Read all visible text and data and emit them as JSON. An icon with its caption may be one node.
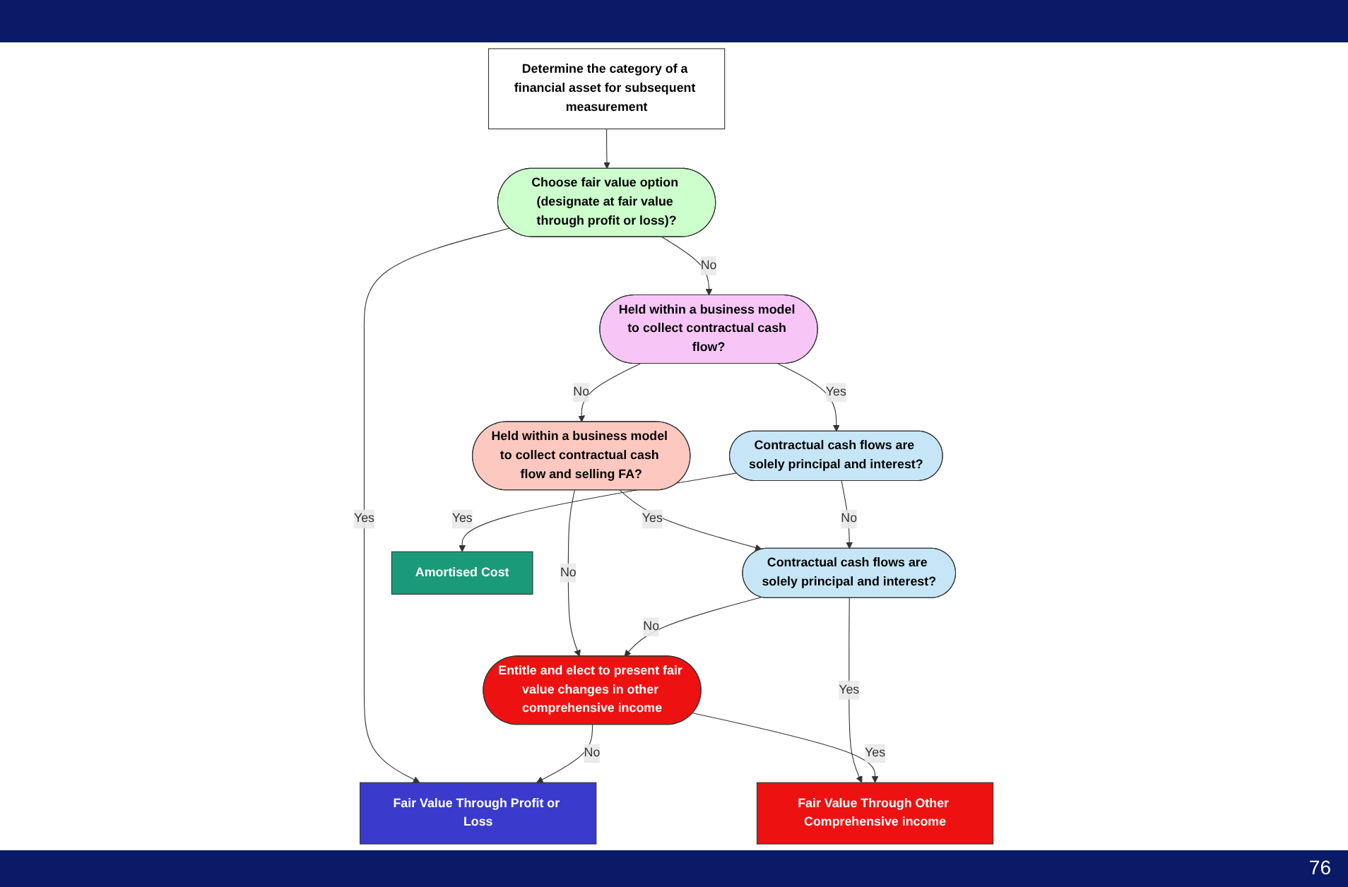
{
  "diagram": {
    "nodes": [
      {
        "text": [
          "Determine the category of a financial asset for subsequent measurement"
        ]
      },
      {
        "text": [
          "Choose fair value option (designate at fair value through profit or loss)?"
        ]
      },
      {
        "text": [
          "Held within a business model to collect contractual cash flow?"
        ]
      },
      {
        "text": [
          "Held within a business model to collect contractual cash flow and selling FA?"
        ]
      },
      {
        "text": [
          "Contractual cash flows are solely principal and interest?"
        ]
      },
      {
        "text": [
          "Contractual cash flows are solely principal and interest?"
        ]
      },
      {
        "text": [
          "Entitle and elect to present fair value changes in other comprehensive income"
        ]
      },
      {
        "text": [
          "Amortised Cost"
        ]
      },
      {
        "text": [
          "Fair Value Through Other Comprehensive income"
        ]
      },
      {
        "text": [
          "Fair Value Through Profit or Loss"
        ]
      }
    ],
    "edges": [
      {
        "from": 0,
        "to": 1,
        "arrow": "to"
      },
      {
        "from": 1,
        "to": 9,
        "label": "Yes",
        "arrow": "to"
      },
      {
        "from": 1,
        "to": 2,
        "label": "No",
        "arrow": "to"
      },
      {
        "from": 2,
        "to": 3,
        "label": "No",
        "arrow": "to"
      },
      {
        "from": 2,
        "to": 4,
        "label": "Yes",
        "arrow": "to"
      },
      {
        "from": 3,
        "to": 5,
        "label": "Yes",
        "arrow": "to"
      },
      {
        "from": 3,
        "to": 6,
        "label": "No",
        "arrow": "to"
      },
      {
        "from": 4,
        "to": 5,
        "label": "No",
        "arrow": "to"
      },
      {
        "from": 4,
        "to": 7,
        "label": "Yes",
        "arrow": "to"
      },
      {
        "from": 5,
        "to": 6,
        "label": "No",
        "arrow": "to"
      },
      {
        "from": 5,
        "to": 8,
        "label": "Yes",
        "arrow": "to"
      },
      {
        "from": 6,
        "to": 8,
        "label": "Yes",
        "arrow": "to"
      },
      {
        "from": 6,
        "to": 9,
        "label": "No",
        "arrow": "to"
      }
    ],
    "labels": [
      "76"
    ]
  }
}
